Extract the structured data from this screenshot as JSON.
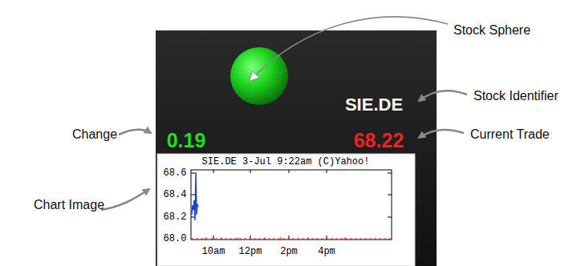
{
  "diagram": {
    "labels": [
      "Stock Sphere",
      "Stock Identifier",
      "Change",
      "Current Trade",
      "Chart Image",
      "SIE.DE",
      "0.19",
      "68.22",
      "SIE.DE 3-Jul 9:22am (C)Yahoo!",
      "68.6",
      "68.4",
      "68.2",
      "68.0",
      "10am",
      "12pm",
      "2pm",
      "4pm"
    ]
  }
}
